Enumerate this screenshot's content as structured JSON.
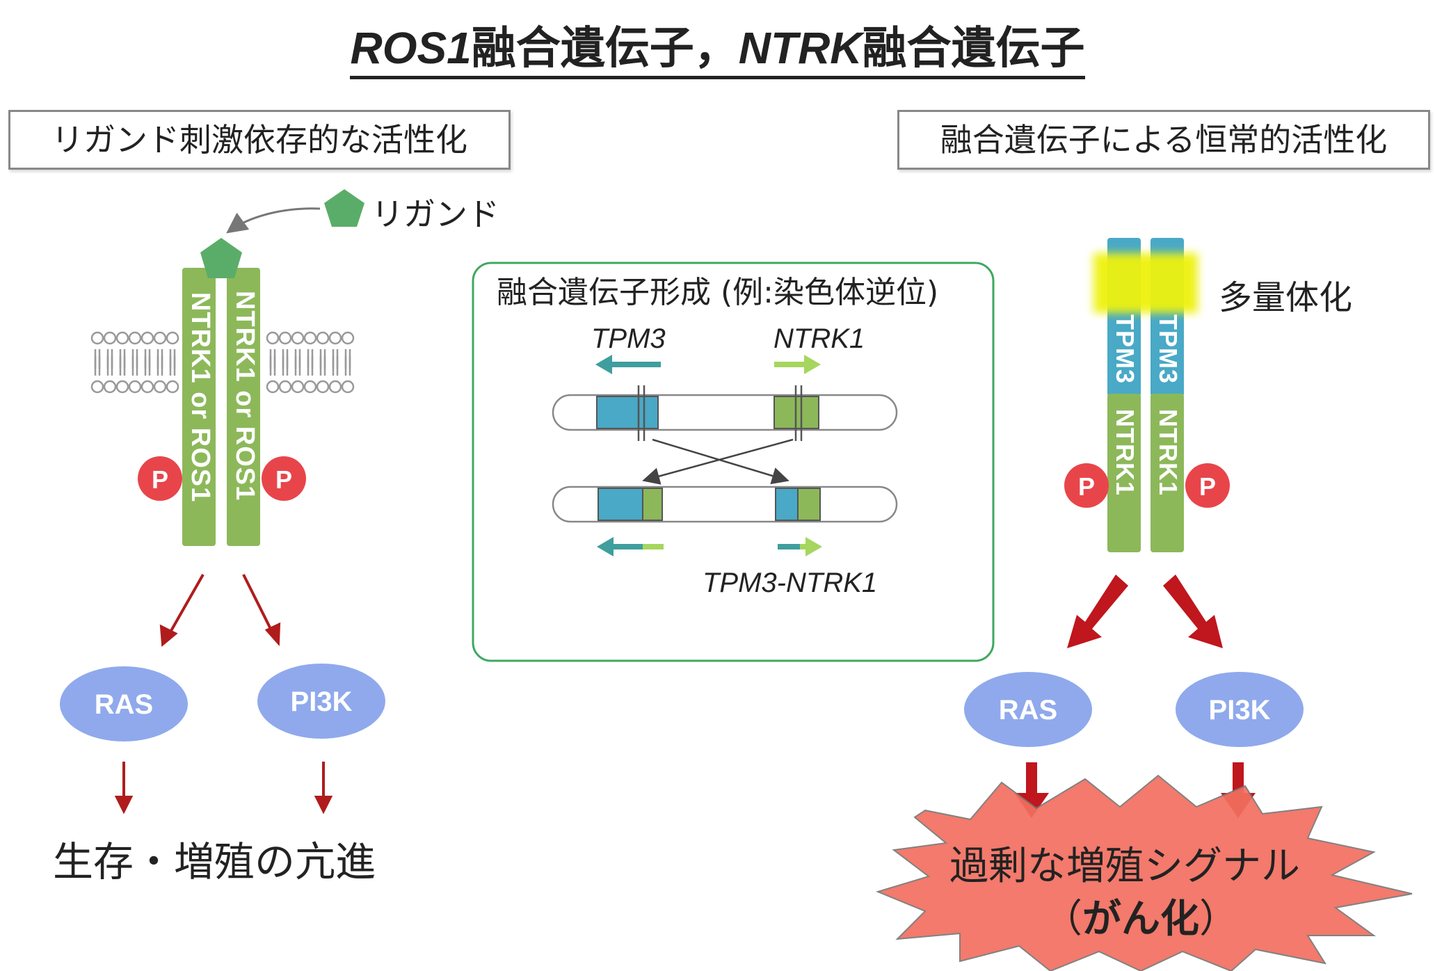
{
  "title": {
    "gene1": "ROS1",
    "suffix1": "融合遺伝子，",
    "gene2": "NTRK",
    "suffix2": "融合遺伝子"
  },
  "left": {
    "header": "リガンド刺激依存的な活性化",
    "ligand_label": "リガンド",
    "receptor_left": "NTRK1 or ROS1",
    "receptor_right": "NTRK1 or ROS1",
    "phospho": "P",
    "ras": "RAS",
    "pi3k": "PI3K",
    "outcome": "生存・増殖の亢進"
  },
  "center": {
    "header": "融合遺伝子形成 (例:染色体逆位)",
    "gene_a": "TPM3",
    "gene_b": "NTRK1",
    "fusion": "TPM3-NTRK1"
  },
  "right": {
    "header": "融合遺伝子による恒常的活性化",
    "multimer_label": "多量体化",
    "top_left": "TPM3",
    "top_right": "TPM3",
    "bottom_left": "NTRK1",
    "bottom_right": "NTRK1",
    "phospho": "P",
    "ras": "RAS",
    "pi3k": "PI3K",
    "outcome_line1": "過剰な増殖シグナル",
    "outcome_line2_open": "（",
    "outcome_line2_bold": "がん化",
    "outcome_line2_close": "）"
  },
  "colors": {
    "green_receptor": "#8cb85a",
    "blue_tpm3": "#49a9c6",
    "ligand_green": "#5aad68",
    "ras_pi3k": "#8fa9ec",
    "phospho_red": "#e8454a",
    "arrow_red": "#b01c1c",
    "burst_fill": "#f26f60",
    "highlight_yellow": "#eef20a",
    "center_border": "#3ea860"
  }
}
